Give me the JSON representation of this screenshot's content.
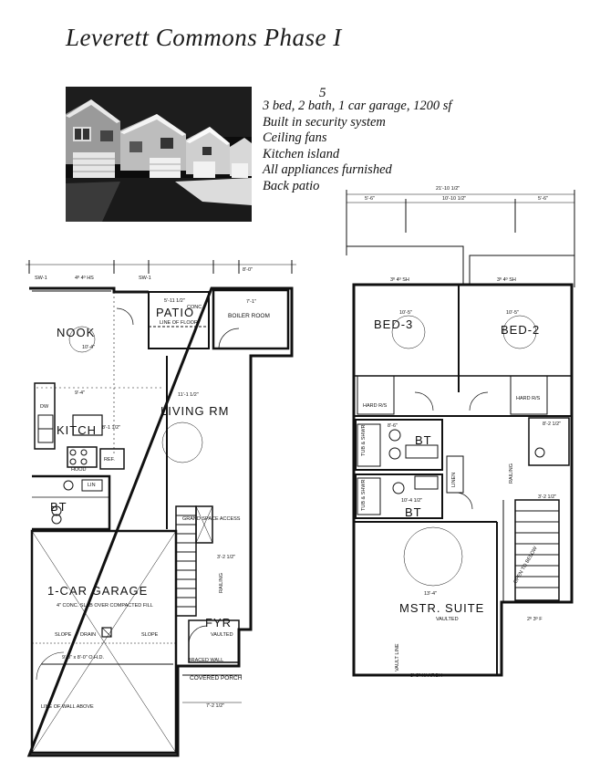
{
  "title": "Leverett Commons Phase I",
  "features": {
    "superscript": "5",
    "lines": [
      "3 bed, 2 bath, 1 car garage, 1200 sf",
      "Built in security system",
      "Ceiling fans",
      "Kitchen island",
      "All appliances furnished",
      "Back patio"
    ]
  },
  "first_floor": {
    "rooms": {
      "patio": "PATIO",
      "boiler": "BOILER ROOM",
      "nook": "NOOK",
      "living": "LIVING RM",
      "kitchen": "KITCH",
      "bath": "BT",
      "garage": "1-CAR GARAGE",
      "foyer": "FYR"
    },
    "notes": {
      "patio_dim": "5'-11 1/2\"",
      "patio_conc": "CONC",
      "line_of_floor": "LINE OF FLOOR",
      "boiler_dim": "7'-1\"",
      "top_dim": "8'-0\"",
      "window_top": "4º 4º HS",
      "sw1": "SW-1",
      "nook_dim": "10'-4\"",
      "living_dim": "11'-1 1/2\"",
      "kitch_dim": "9'-4\"",
      "kitch_dim2": "8'-1 1/2\"",
      "garage_note": "4\" CONC. SLAB OVER COMPACTED FILL",
      "slope": "SLOPE",
      "drain": "DRAIN",
      "door": "9'-0\" x 8'-0\" O.H.D.",
      "line_of_wall": "LINE OF WALL ABOVE",
      "covered_porch": "COVERED PORCH",
      "braced_wall": "BRACED WALL",
      "porch_dim": "7'-2 1/2\"",
      "railing": "RAILING",
      "vaulted": "VAULTED",
      "stairs_note": "GRAND SPACE ACCESS",
      "foyer_dim": "3'-2 1/2\"",
      "ref": "REF.",
      "hood": "HOOD",
      "lin": "LIN",
      "dw": "DW"
    }
  },
  "second_floor": {
    "rooms": {
      "bed3": "BED-3",
      "bed2": "BED-2",
      "bt_upper": "BT",
      "bt_lower": "BT",
      "master": "MSTR. SUITE"
    },
    "notes": {
      "overall_dim": "21'-10 1/2\"",
      "dim_left": "5'-6\"",
      "dim_mid": "10'-10 1/2\"",
      "dim_right": "5'-6\"",
      "win_left": "3º 4º SH",
      "win_right": "3º 4º SH",
      "bed3_dim": "10'-5\"",
      "bed2_dim": "10'-5\"",
      "hard_left": "HARD R/S",
      "hard_right": "HARD R/S",
      "tub_shwr": "TUB & SHWR",
      "linen": "LINEN",
      "master_vaulted": "VAULTED",
      "open_below": "OPEN TO BELOW",
      "railing": "RAILING",
      "arch": "8'-0\" H/ ARCH",
      "vault_line": "VAULT LINE",
      "bt_dim1": "8'-6\"",
      "bt_dim2": "10'-4 1/2\"",
      "master_dim": "13'-4\"",
      "window_bottom": "2º 3º F",
      "bath_upper": "8'-2 1/2\"",
      "stair_dim": "3'-2 1/2\""
    }
  }
}
